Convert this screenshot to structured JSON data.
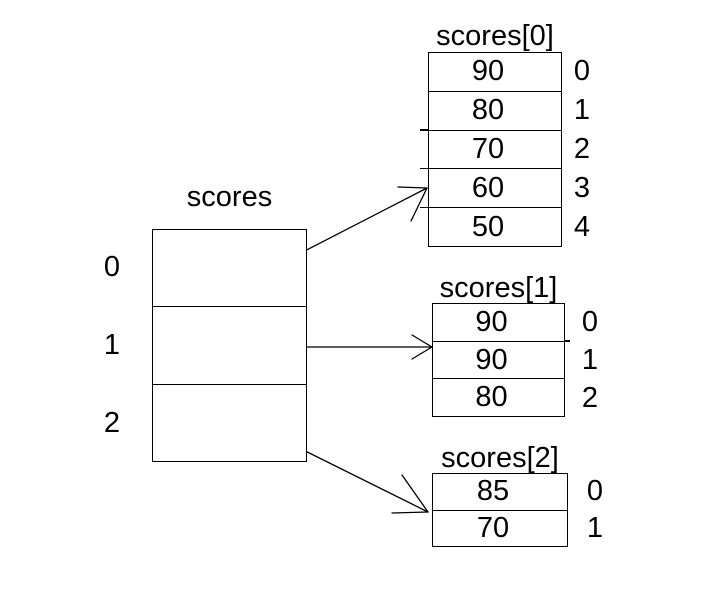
{
  "page": {
    "background_color": "#ffffff",
    "line_color": "#000000",
    "text_color": "#000000"
  },
  "main_array": {
    "title": "scores",
    "row_labels": [
      "0",
      "1",
      "2"
    ],
    "cells": [
      "",
      "",
      ""
    ]
  },
  "sub_arrays": [
    {
      "title": "scores[0]",
      "values": [
        "90",
        "80",
        "70",
        "60",
        "50"
      ],
      "row_labels": [
        "0",
        "1",
        "2",
        "3",
        "4"
      ]
    },
    {
      "title": "scores[1]",
      "values": [
        "90",
        "90",
        "80"
      ],
      "row_labels": [
        "0",
        "1",
        "2"
      ]
    },
    {
      "title": "scores[2]",
      "values": [
        "85",
        "70"
      ],
      "row_labels": [
        "0",
        "1"
      ]
    }
  ],
  "arrows": [
    {
      "from": "scores row 0",
      "to": "scores[0] array"
    },
    {
      "from": "scores row 1",
      "to": "scores[1] array"
    },
    {
      "from": "scores row 2",
      "to": "scores[2] array"
    }
  ]
}
